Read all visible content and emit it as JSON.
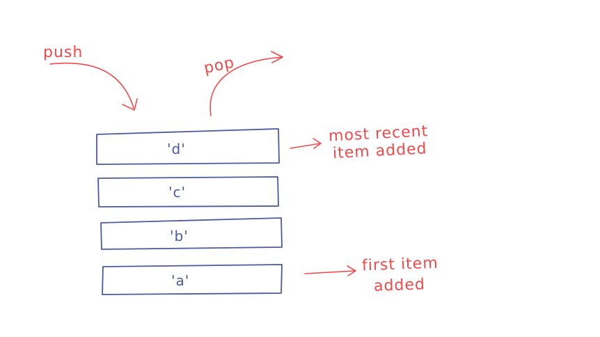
{
  "colors": {
    "stack_outline": "#4a5a9c",
    "stack_text": "#4a5a9c",
    "annotation": "#f04a4a",
    "background": "#ffffff"
  },
  "labels": {
    "push": "push",
    "pop": "pop",
    "most_recent_line1": "most recent",
    "most_recent_line2": "item added",
    "first_line1": "first item",
    "first_line2": "added"
  },
  "stack_items": [
    "'d'",
    "'c'",
    "'b'",
    "'a'"
  ]
}
